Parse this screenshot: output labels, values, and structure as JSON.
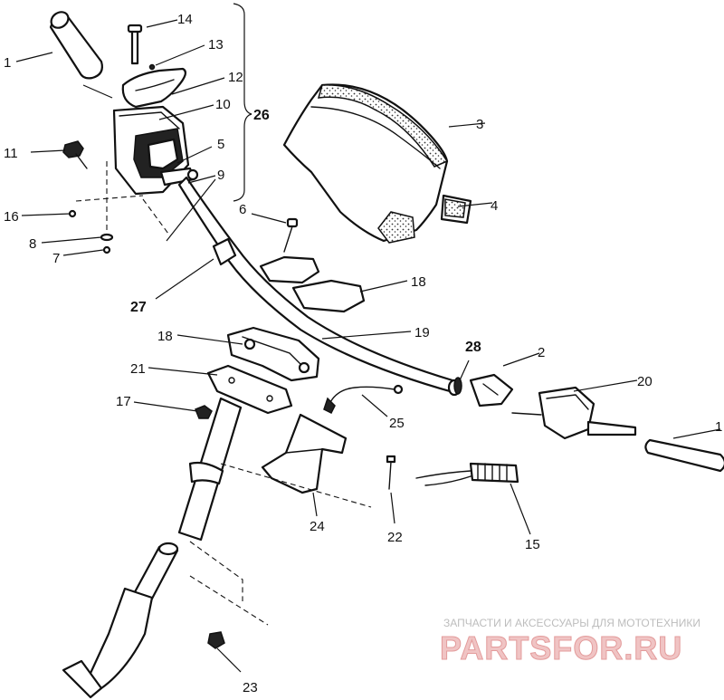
{
  "callouts": [
    {
      "id": "1",
      "text": "1"
    },
    {
      "id": "1b",
      "text": "1"
    },
    {
      "id": "2",
      "text": "2"
    },
    {
      "id": "3",
      "text": "3"
    },
    {
      "id": "4",
      "text": "4"
    },
    {
      "id": "5",
      "text": "5"
    },
    {
      "id": "6",
      "text": "6"
    },
    {
      "id": "7",
      "text": "7"
    },
    {
      "id": "8",
      "text": "8"
    },
    {
      "id": "9",
      "text": "9"
    },
    {
      "id": "10",
      "text": "10"
    },
    {
      "id": "11",
      "text": "11"
    },
    {
      "id": "12",
      "text": "12"
    },
    {
      "id": "13",
      "text": "13"
    },
    {
      "id": "14",
      "text": "14"
    },
    {
      "id": "15",
      "text": "15"
    },
    {
      "id": "16",
      "text": "16"
    },
    {
      "id": "17",
      "text": "17"
    },
    {
      "id": "18",
      "text": "18"
    },
    {
      "id": "18b",
      "text": "18"
    },
    {
      "id": "19",
      "text": "19"
    },
    {
      "id": "20",
      "text": "20"
    },
    {
      "id": "21",
      "text": "21"
    },
    {
      "id": "22",
      "text": "22"
    },
    {
      "id": "23",
      "text": "23"
    },
    {
      "id": "24",
      "text": "24"
    },
    {
      "id": "25",
      "text": "25"
    },
    {
      "id": "26",
      "text": "26"
    },
    {
      "id": "27",
      "text": "27"
    },
    {
      "id": "28",
      "text": "28"
    }
  ],
  "watermark": {
    "tagline": "ЗАПЧАСТИ И АКСЕССУАРЫ ДЛЯ МОТОТЕХНИКИ",
    "brand": "PARTSFOR.RU"
  }
}
